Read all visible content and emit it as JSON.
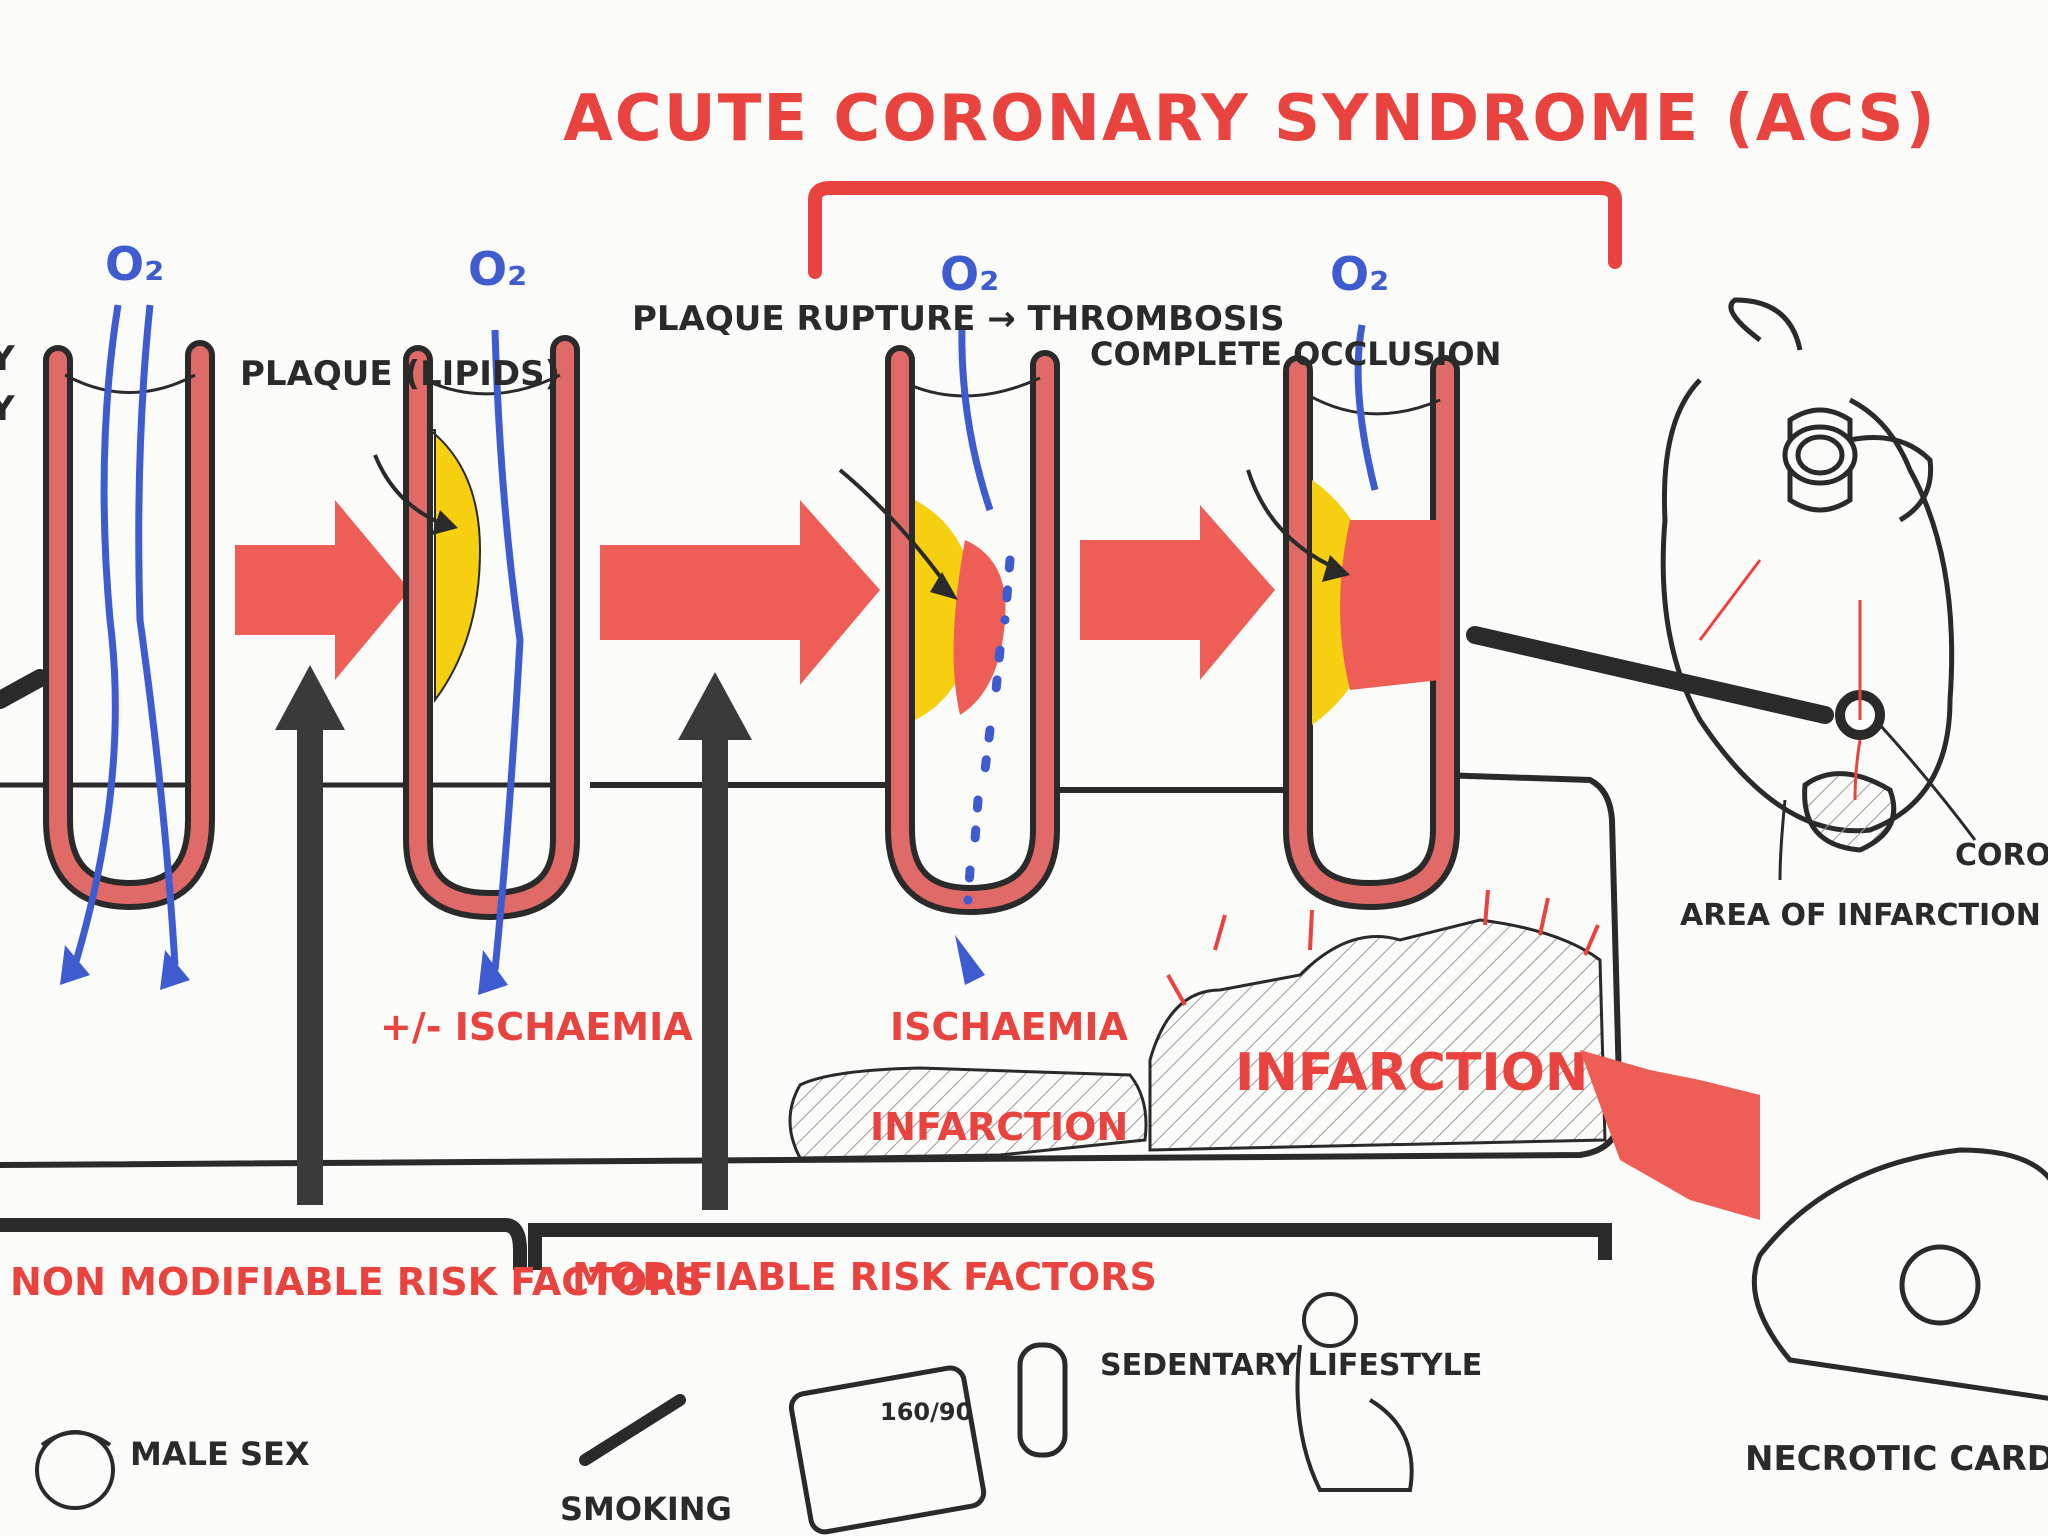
{
  "title": "ACUTE CORONARY SYNDROME (ACS)",
  "oxygen_label": "O₂",
  "vessel_labels": {
    "plaque": "PLAQUE (LIPIDS)",
    "rupture": "PLAQUE RUPTURE → THROMBOSIS",
    "occlusion": "COMPLETE OCCLUSION"
  },
  "tissue_labels": {
    "ischaemia_pm": "+/- ISCHAEMIA",
    "ischaemia": "ISCHAEMIA",
    "infarction_small": "INFARCTION",
    "infarction_large": "INFARCTION"
  },
  "heart_labels": {
    "area": "AREA OF INFARCTION",
    "coronary": "CORONARY ARTERY OCCLUSION"
  },
  "risk_factors": {
    "non_modifiable_title": "NON MODIFIABLE RISK FACTORS",
    "modifiable_title": "MODIFIABLE RISK FACTORS",
    "male_sex": "MALE SEX",
    "smoking": "SMOKING",
    "bp_reading": "160/90",
    "sedentary": "SEDENTARY LIFESTYLE"
  },
  "necrotic_label": "NECROTIC CARDIO",
  "colors": {
    "accent_red": "#e8433f",
    "oxygen_blue": "#3f5bd0",
    "plaque_yellow": "#f5cf10",
    "ink_black": "#2a2a2a"
  }
}
